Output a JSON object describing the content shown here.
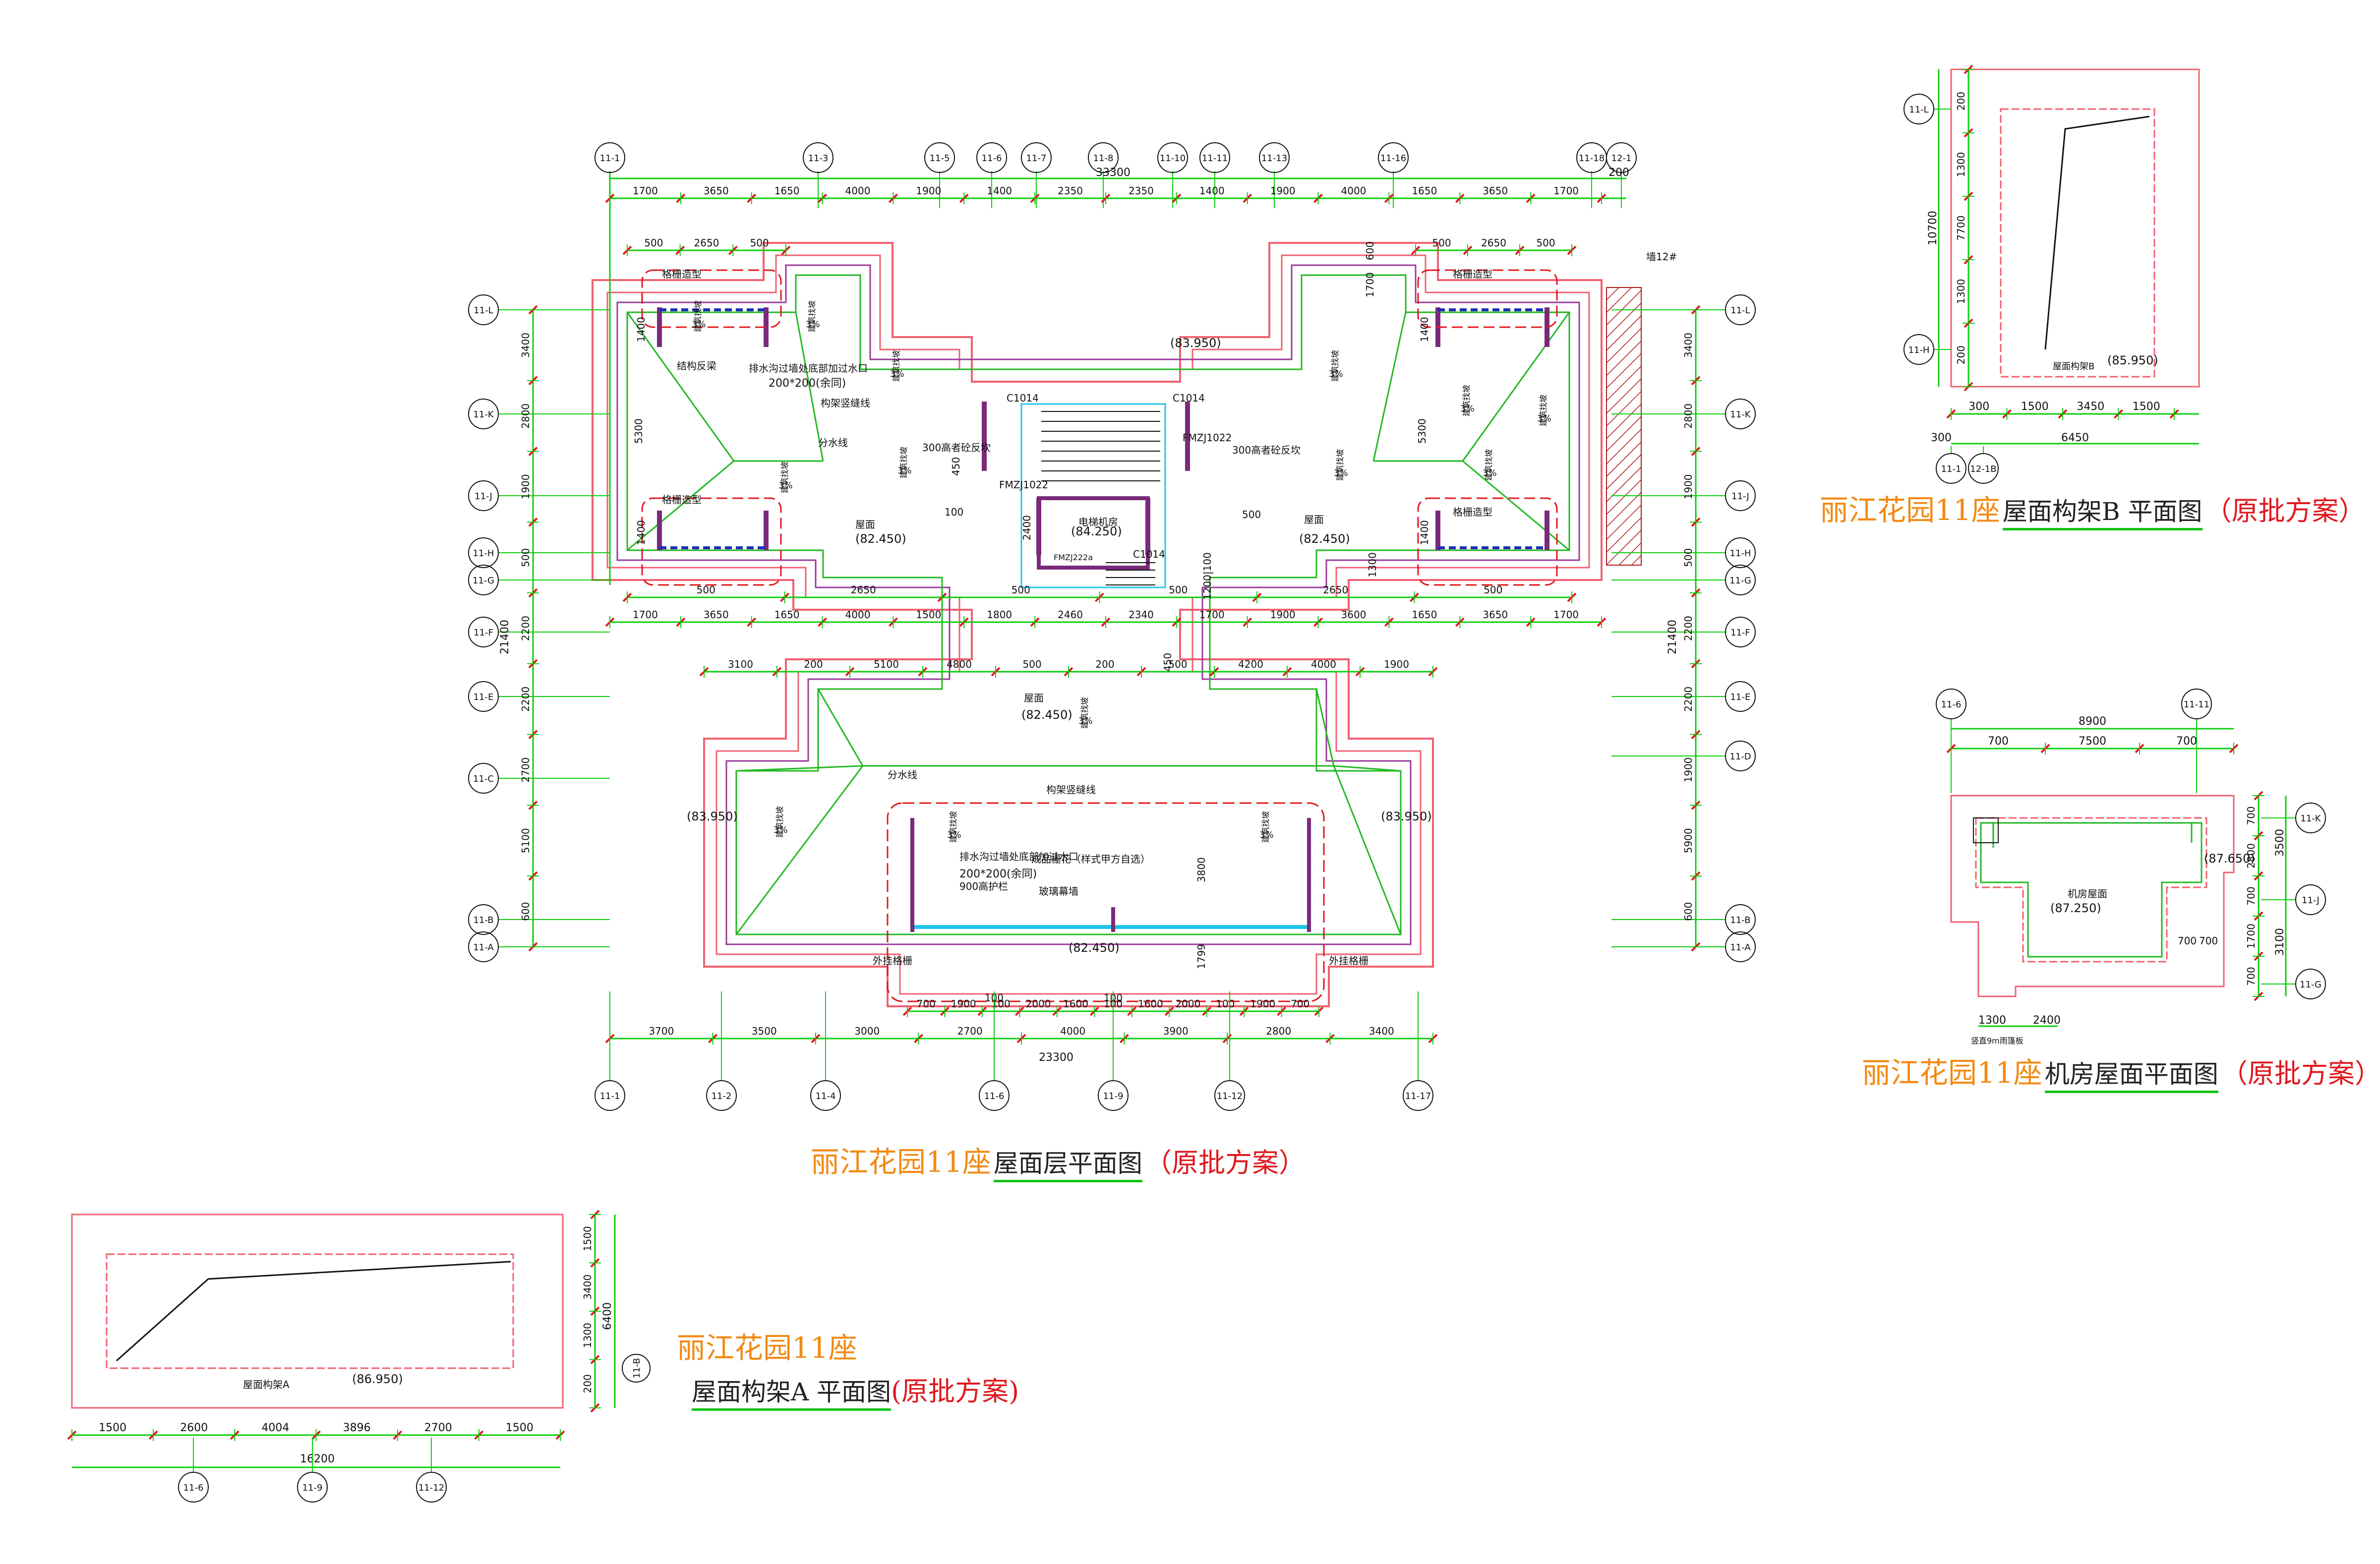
{
  "colors": {
    "dim": "#0ccf0c",
    "tick": "#e0181e",
    "wall": "#7a2a7a",
    "outline": "#f06070",
    "axis": "#0c0c0c",
    "cyan": "#21c5e8",
    "annot": "#111111",
    "title_orange": "#f28a14",
    "title_red": "#e0181e"
  },
  "main_plan": {
    "title_a": "丽江花园11座",
    "title_b": "屋面层平面图",
    "title_c": "（原批方案）",
    "top_axes": [
      "11-1",
      "11-3",
      "11-5",
      "11-6",
      "11-7",
      "11-8",
      "11-10",
      "11-11",
      "11-13",
      "11-16",
      "11-18",
      "12-1"
    ],
    "top_total": "33300",
    "top_dims": [
      "1700",
      "3650",
      "1650",
      "4000",
      "1900",
      "1400",
      "2350",
      "2350",
      "1400",
      "1900",
      "4000",
      "1650",
      "3650",
      "1700"
    ],
    "top_dim_right": "200",
    "upper_left_dims": [
      "500",
      "2650",
      "500"
    ],
    "upper_right_dims": [
      "500",
      "2650",
      "500"
    ],
    "mid_dims_row1": [
      "1700",
      "3650",
      "1650",
      "4000",
      "1500",
      "1800",
      "2460",
      "2340",
      "1700",
      "1900",
      "3600",
      "1650",
      "3650",
      "1700"
    ],
    "mid_dims_row0": [
      "500",
      "2650",
      "500",
      "500",
      "2650",
      "500"
    ],
    "mid_dims_row2": [
      "3100",
      "200",
      "5100",
      "4800",
      "500",
      "200",
      "500",
      "4200",
      "4000",
      "1900"
    ],
    "bottom_axes": [
      "11-1",
      "11-2",
      "11-4",
      "11-6",
      "11-9",
      "11-12",
      "11-17"
    ],
    "bottom_total": "23300",
    "bottom_dims_row1": [
      "3700",
      "3500",
      "3000",
      "2700",
      "4000",
      "3900",
      "2800",
      "3400"
    ],
    "bottom_dims_row0": [
      "700",
      "1900",
      "100",
      "2000",
      "1600",
      "100",
      "1600",
      "2000",
      "100",
      "1900",
      "700"
    ],
    "bottom_small": [
      "100",
      "100"
    ],
    "left_axes": [
      "11-L",
      "11-K",
      "11-J",
      "11-H",
      "11-G",
      "11-F",
      "11-E",
      "11-C",
      "11-B",
      "11-A"
    ],
    "left_dims": [
      "3400",
      "2800",
      "1900",
      "500",
      "2200",
      "2200",
      "2700",
      "5100",
      "600"
    ],
    "left_total": "21400",
    "right_axes": [
      "11-L",
      "11-K",
      "11-J",
      "11-H",
      "11-G",
      "11-F",
      "11-E",
      "11-D",
      "11-B",
      "11-A"
    ],
    "right_dims": [
      "3400",
      "2800",
      "1900",
      "500",
      "2200",
      "2200",
      "1900",
      "5900",
      "600"
    ],
    "right_total": "21400",
    "annotations": {
      "deco_tl": "格栅造型",
      "deco_tr": "格栅造型",
      "deco_ml": "格栅造型",
      "deco_mr": "格栅造型",
      "slope": "3%",
      "slope_label": "建筑找坡",
      "beam": "结构反梁",
      "drain": "排水沟过墙处底部加过水口",
      "drain_size": "200*200(余同)",
      "joint": "构架竖缝线",
      "fen": "分水线",
      "roof": "屋面",
      "el_8245_l": "(82.450)",
      "el_8245_r": "(82.450)",
      "el_8245_m": "(82.450)",
      "el_8245_b": "(82.450)",
      "el_8395_tl": "(83.950)",
      "el_8395_ml": "(83.950)",
      "el_8395_mr": "(83.950)",
      "el_8425": "(84.250)",
      "room": "电梯机房",
      "c1014_a": "C1014",
      "c1014_b": "C1014",
      "c1014_c": "C1014",
      "fm1022_a": "FMZJ1022",
      "fm1022_b": "FMZJ1022",
      "fm1222": "FMZJ222a",
      "sill_l": "300高者砼反坎",
      "sill_r": "300高者砼反坎",
      "flower": "成品栅花（样式甲方自选）",
      "glass": "玻璃幕墙",
      "rail": "900高护栏",
      "hang_l": "外挂格栅",
      "hang_r": "外挂格栅",
      "wall_label": "墙12#",
      "d2400": "2400",
      "d3800": "3800",
      "d1799": "1799",
      "d450": "450",
      "d450b": "450",
      "d100": "100",
      "d500": "500",
      "d1400a": "1400",
      "d1400b": "1400",
      "d1400c": "1400",
      "d1400d": "1400",
      "d5300a": "5300",
      "d5300b": "5300",
      "d600": "600",
      "d1700": "1700",
      "d1300": "1300",
      "d1200": "1200|100"
    }
  },
  "plan_a": {
    "title_a": "丽江花园11座",
    "title_b": "屋面构架A 平面图",
    "title_c": "(原批方案)",
    "label": "屋面构架A",
    "elev": "(86.950)",
    "dims": [
      "1500",
      "2600",
      "4004",
      "3896",
      "2700",
      "1500"
    ],
    "total": "16200",
    "axes": [
      "11-6",
      "11-9",
      "11-12"
    ],
    "right_dims": [
      "1500",
      "3400",
      "1300",
      "200"
    ],
    "right_total": "6400",
    "right_axis": "11-B"
  },
  "plan_b": {
    "title_a": "丽江花园11座",
    "title_b": "屋面构架B 平面图",
    "title_c": "（原批方案）",
    "label": "屋面构架B",
    "elev": "(85.950)",
    "left_dims": [
      "200",
      "1300",
      "7700",
      "1300",
      "200"
    ],
    "left_total": "10700",
    "left_axes": [
      "11-L",
      "11-H"
    ],
    "dims": [
      "300",
      "1500",
      "3450",
      "1500"
    ],
    "total": "6450",
    "total_left": "300",
    "bottom_axes": [
      "11-1",
      "12-1B"
    ]
  },
  "plan_c": {
    "title_a": "丽江花园11座",
    "title_b": "机房屋面平面图",
    "title_c": "（原批方案）",
    "top_axes": [
      "11-6",
      "11-11"
    ],
    "total": "8900",
    "dims": [
      "700",
      "7500",
      "700"
    ],
    "right_axes": [
      "11-K",
      "11-J",
      "11-G"
    ],
    "right_dims": [
      "700",
      "2800",
      "700",
      "1700",
      "700"
    ],
    "right_totals": [
      "3500",
      "3100"
    ],
    "room": "机房屋面",
    "elev_a": "(87.650)",
    "elev_b": "(87.250)",
    "side_dims": [
      "700",
      "700"
    ],
    "bottom_dims": [
      "1300",
      "2400"
    ],
    "note": "竖直9m雨篷板"
  }
}
